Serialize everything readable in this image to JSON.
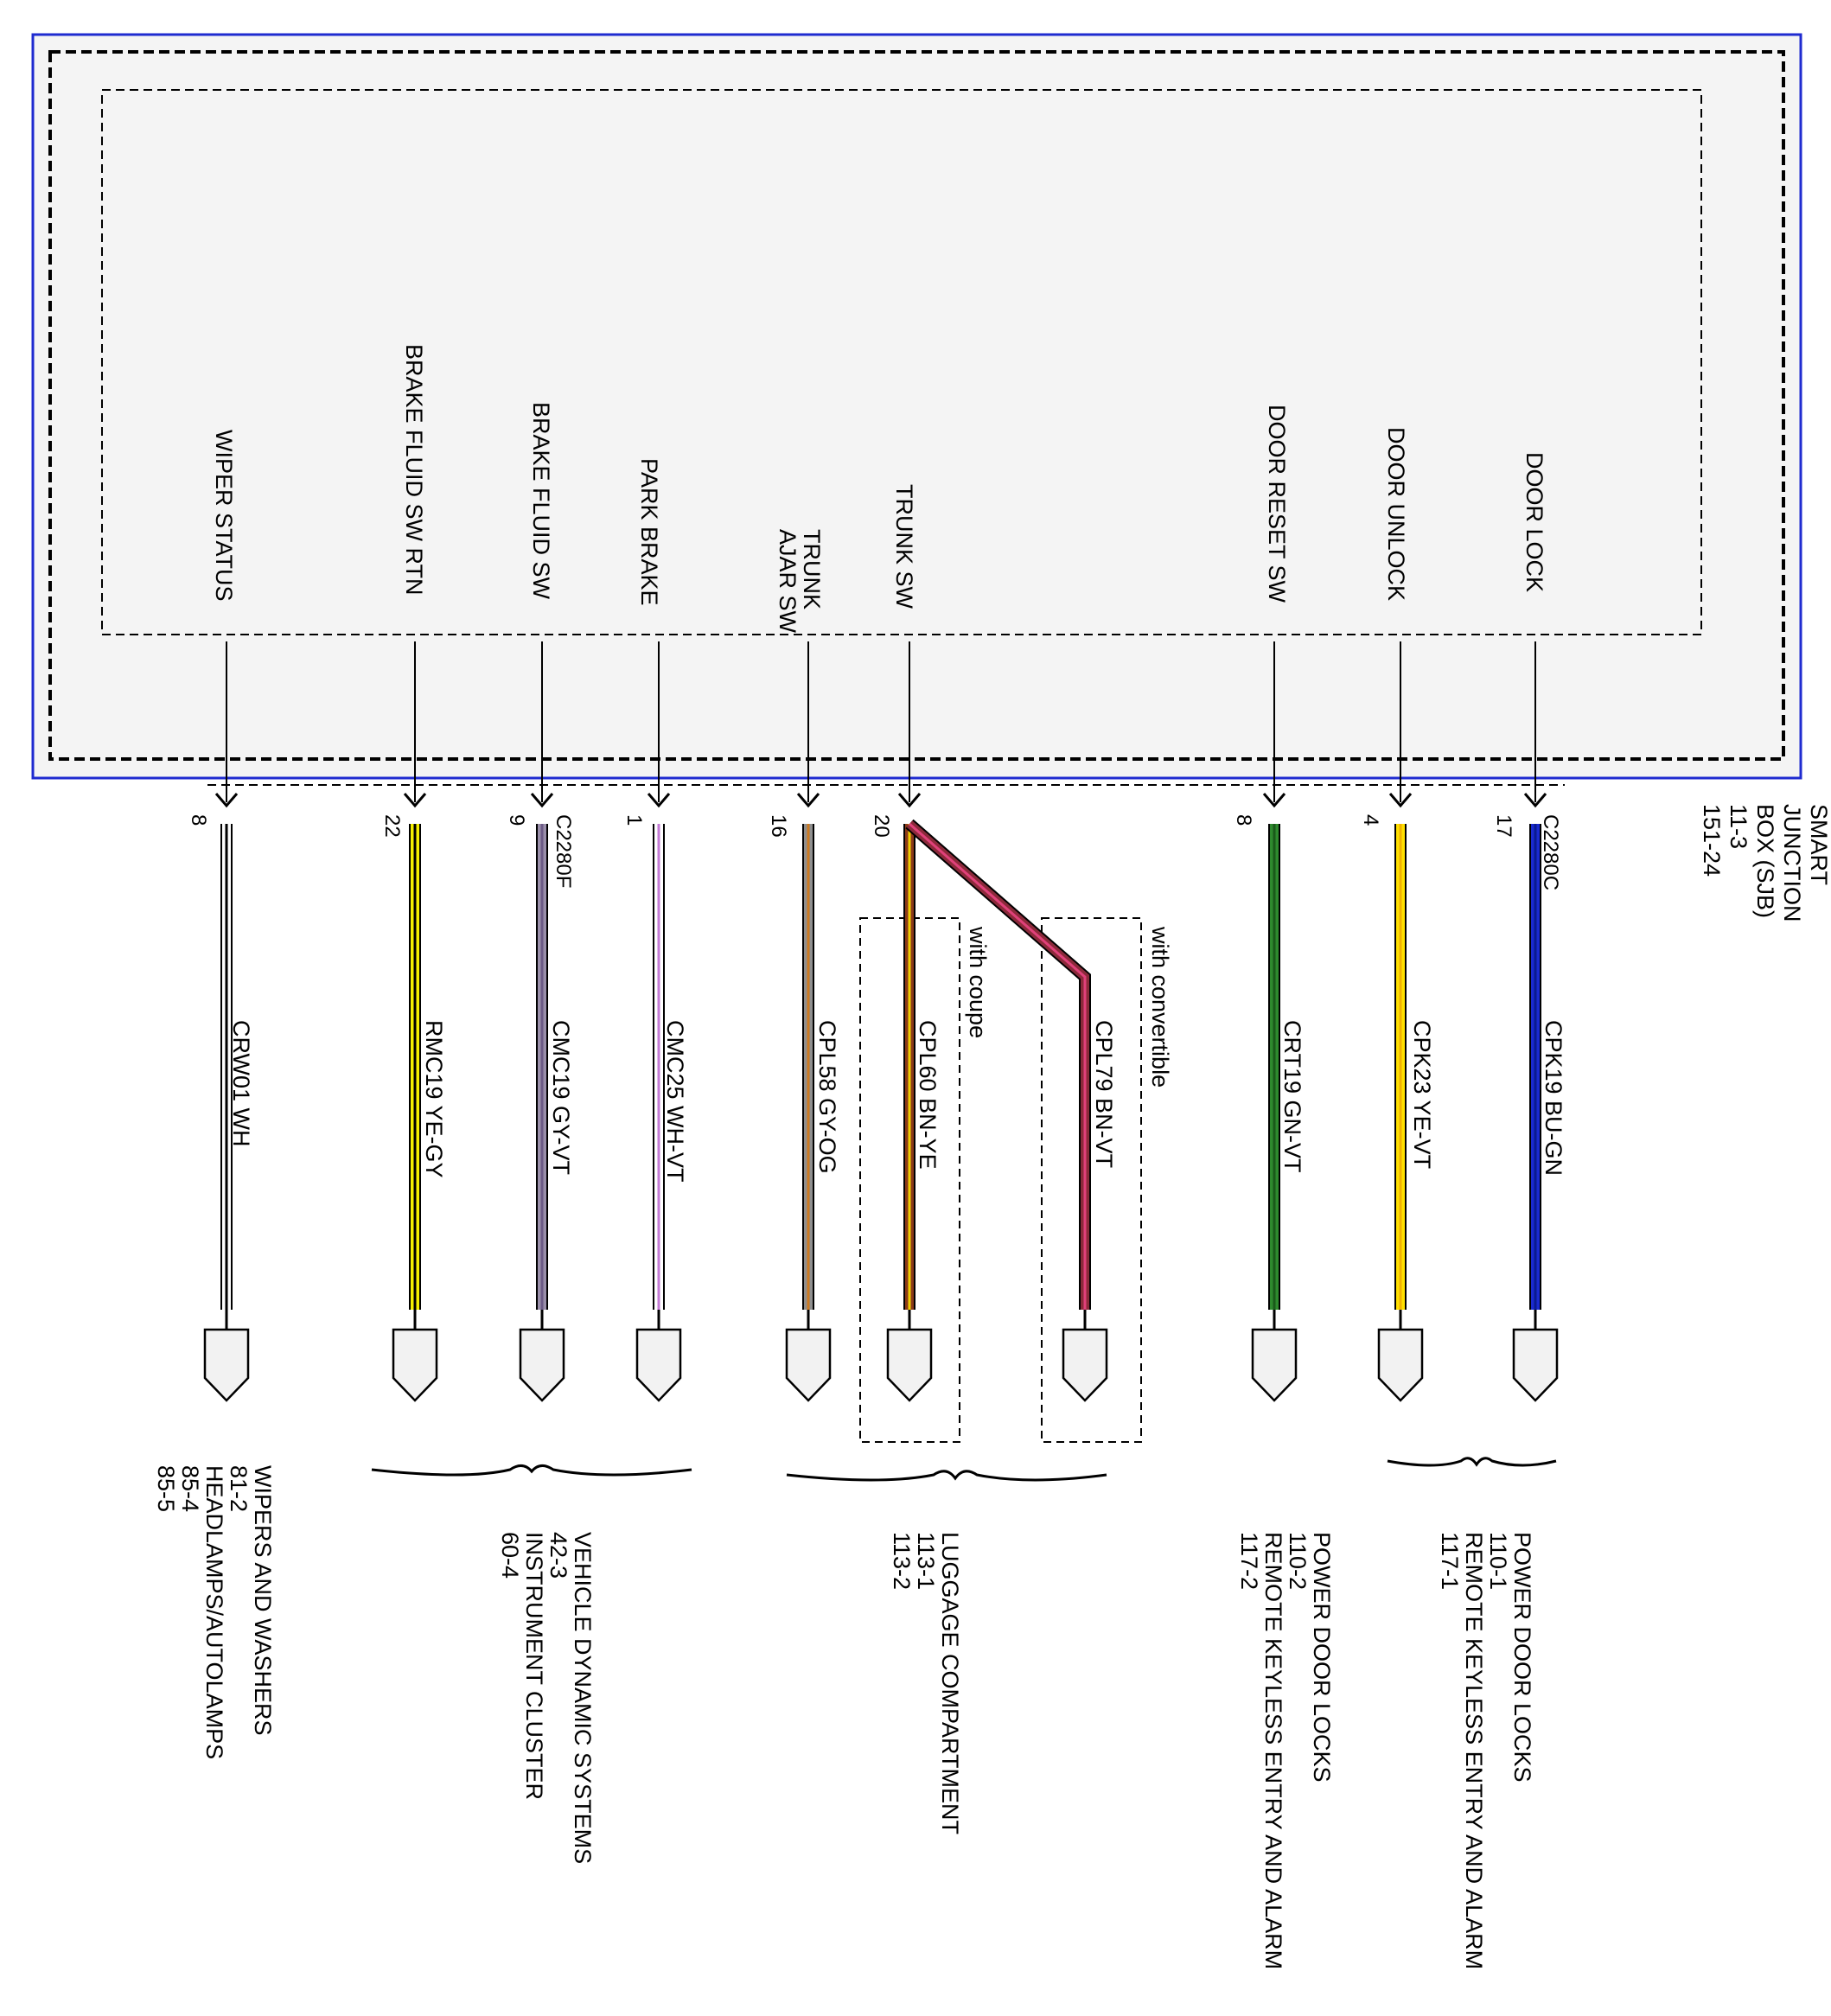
{
  "module": {
    "name_lines": [
      "SMART",
      "JUNCTION",
      "BOX (SJB)",
      "11-3",
      "151-24"
    ]
  },
  "circuits": [
    {
      "signal": "WIPER STATUS",
      "pin": "8",
      "connector": "",
      "circuit": "CRW01 WH",
      "colors": [
        "#ffffff",
        "#000000"
      ]
    },
    {
      "signal": "BRAKE FLUID SW RTN",
      "pin": "22",
      "connector": "",
      "circuit": "RMC19 YE-GY",
      "colors": [
        "#f5f000",
        "#000000"
      ]
    },
    {
      "signal": "BRAKE FLUID SW",
      "pin": "9",
      "connector": "C2280F",
      "circuit": "CMC19 GY-VT",
      "colors": [
        "#9a8faa",
        "#6b5a86"
      ]
    },
    {
      "signal": "PARK BRAKE",
      "pin": "1",
      "connector": "",
      "circuit": "CMC25 WH-VT",
      "colors": [
        "#ffffff",
        "#c47ad6"
      ]
    },
    {
      "signal": "TRUNK AJAR SW",
      "pin": "16",
      "connector": "",
      "circuit": "CPL58 GY-OG",
      "colors": [
        "#8f8f8f",
        "#cc7a22"
      ]
    },
    {
      "signal": "TRUNK SW",
      "pin": "20",
      "connector": "",
      "circuit": "CPL60 BN-YE",
      "colors": [
        "#8b3a1a",
        "#f0d000"
      ],
      "option": "with coupe"
    },
    {
      "signal": "",
      "pin": "",
      "connector": "",
      "circuit": "CPL79 BN-VT",
      "colors": [
        "#8b2a3a",
        "#e0407a"
      ],
      "option": "with convertible"
    },
    {
      "signal": "DOOR RESET SW",
      "pin": "8",
      "connector": "",
      "circuit": "CRT19 GN-VT",
      "colors": [
        "#2e8a2e",
        "#1a5a1a"
      ]
    },
    {
      "signal": "DOOR UNLOCK",
      "pin": "4",
      "connector": "",
      "circuit": "CPK23 YE-VT",
      "colors": [
        "#ffe000",
        "#f0b000"
      ]
    },
    {
      "signal": "DOOR LOCK",
      "pin": "17",
      "connector": "C2280C",
      "circuit": "CPK19 BU-GN",
      "colors": [
        "#1a2ad0",
        "#0a1a90"
      ]
    }
  ],
  "destinations": [
    {
      "lines": [
        "WIPERS AND WASHERS",
        "81-2",
        "HEADLAMPS/AUTOLAMPS",
        "85-4",
        "85-5"
      ]
    },
    {
      "lines": [
        "VEHICLE DYNAMIC SYSTEMS",
        "42-3",
        "INSTRUMENT CLUSTER",
        "60-4"
      ]
    },
    {
      "lines": [
        "LUGGAGE COMPARTMENT",
        "113-1",
        "113-2"
      ]
    },
    {
      "lines": [
        "POWER DOOR LOCKS",
        "110-2",
        "REMOTE KEYLESS ENTRY AND ALARM",
        "117-2"
      ]
    },
    {
      "lines": [
        "POWER DOOR LOCKS",
        "110-1",
        "REMOTE KEYLESS ENTRY AND ALARM",
        "117-1"
      ]
    }
  ]
}
